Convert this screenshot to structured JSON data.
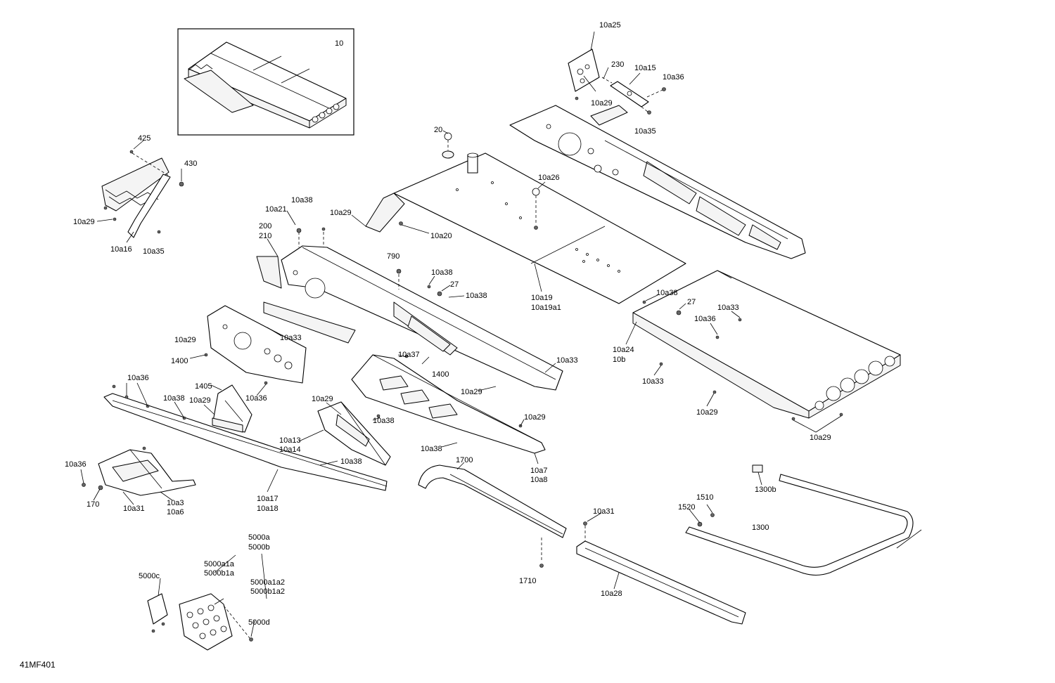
{
  "diagram": {
    "reference_code": "41MF401",
    "callouts": [
      {
        "id": "c10",
        "text": "10"
      },
      {
        "id": "c10a25",
        "text": "10a25"
      },
      {
        "id": "c230",
        "text": "230"
      },
      {
        "id": "c10a15",
        "text": "10a15"
      },
      {
        "id": "c10a36a",
        "text": "10a36"
      },
      {
        "id": "c10a29a",
        "text": "10a29"
      },
      {
        "id": "c10a35a",
        "text": "10a35"
      },
      {
        "id": "c20",
        "text": "20"
      },
      {
        "id": "c10a26",
        "text": "10a26"
      },
      {
        "id": "c425",
        "text": "425"
      },
      {
        "id": "c430",
        "text": "430"
      },
      {
        "id": "c10a29b",
        "text": "10a29"
      },
      {
        "id": "c10a16",
        "text": "10a16"
      },
      {
        "id": "c10a35b",
        "text": "10a35"
      },
      {
        "id": "c10a38a",
        "text": "10a38"
      },
      {
        "id": "c10a21",
        "text": "10a21"
      },
      {
        "id": "c10a29c",
        "text": "10a29"
      },
      {
        "id": "c200",
        "text": "200"
      },
      {
        "id": "c210",
        "text": "210"
      },
      {
        "id": "c10a20",
        "text": "10a20"
      },
      {
        "id": "c790",
        "text": "790"
      },
      {
        "id": "c10a38b",
        "text": "10a38"
      },
      {
        "id": "c27a",
        "text": "27"
      },
      {
        "id": "c10a38c",
        "text": "10a38"
      },
      {
        "id": "c10a19",
        "text": "10a19"
      },
      {
        "id": "c10a19a1",
        "text": "10a19a1"
      },
      {
        "id": "c10a38d",
        "text": "10a38"
      },
      {
        "id": "c27b",
        "text": "27"
      },
      {
        "id": "c10a33a",
        "text": "10a33"
      },
      {
        "id": "c10a36b",
        "text": "10a36"
      },
      {
        "id": "c10a24",
        "text": "10a24"
      },
      {
        "id": "c10b",
        "text": "10b"
      },
      {
        "id": "c10a33b",
        "text": "10a33"
      },
      {
        "id": "c10a29d",
        "text": "10a29"
      },
      {
        "id": "c10a29e",
        "text": "10a29"
      },
      {
        "id": "c10a29f",
        "text": "10a29"
      },
      {
        "id": "c10a33c",
        "text": "10a33"
      },
      {
        "id": "c1400a",
        "text": "1400"
      },
      {
        "id": "c10a37",
        "text": "10a37"
      },
      {
        "id": "c1400b",
        "text": "1400"
      },
      {
        "id": "c10a33d",
        "text": "10a33"
      },
      {
        "id": "c1405",
        "text": "1405"
      },
      {
        "id": "c10a36c",
        "text": "10a36"
      },
      {
        "id": "c10a29g",
        "text": "10a29"
      },
      {
        "id": "c10a36d",
        "text": "10a36"
      },
      {
        "id": "c10a38e",
        "text": "10a38"
      },
      {
        "id": "c10a29h",
        "text": "10a29"
      },
      {
        "id": "c10a29i",
        "text": "10a29"
      },
      {
        "id": "c10a38f",
        "text": "10a38"
      },
      {
        "id": "c10a29j",
        "text": "10a29"
      },
      {
        "id": "c10a13",
        "text": "10a13"
      },
      {
        "id": "c10a14",
        "text": "10a14"
      },
      {
        "id": "c10a38g",
        "text": "10a38"
      },
      {
        "id": "c10a38h",
        "text": "10a38"
      },
      {
        "id": "c10a7",
        "text": "10a7"
      },
      {
        "id": "c10a8",
        "text": "10a8"
      },
      {
        "id": "c10a36e",
        "text": "10a36"
      },
      {
        "id": "c170",
        "text": "170"
      },
      {
        "id": "c10a31a",
        "text": "10a31"
      },
      {
        "id": "c10a3",
        "text": "10a3"
      },
      {
        "id": "c10a6",
        "text": "10a6"
      },
      {
        "id": "c10a17",
        "text": "10a17"
      },
      {
        "id": "c10a18",
        "text": "10a18"
      },
      {
        "id": "c1700",
        "text": "1700"
      },
      {
        "id": "c1300b",
        "text": "1300b"
      },
      {
        "id": "c1510",
        "text": "1510"
      },
      {
        "id": "c1520",
        "text": "1520"
      },
      {
        "id": "c1300",
        "text": "1300"
      },
      {
        "id": "c10a31b",
        "text": "10a31"
      },
      {
        "id": "c1710",
        "text": "1710"
      },
      {
        "id": "c10a28",
        "text": "10a28"
      },
      {
        "id": "c5000a",
        "text": "5000a"
      },
      {
        "id": "c5000b",
        "text": "5000b"
      },
      {
        "id": "c5000c",
        "text": "5000c"
      },
      {
        "id": "c5000a1a",
        "text": "5000a1a"
      },
      {
        "id": "c5000b1a",
        "text": "5000b1a"
      },
      {
        "id": "c5000a1a2",
        "text": "5000a1a2"
      },
      {
        "id": "c5000b1a2",
        "text": "5000b1a2"
      },
      {
        "id": "c5000d",
        "text": "5000d"
      }
    ]
  }
}
